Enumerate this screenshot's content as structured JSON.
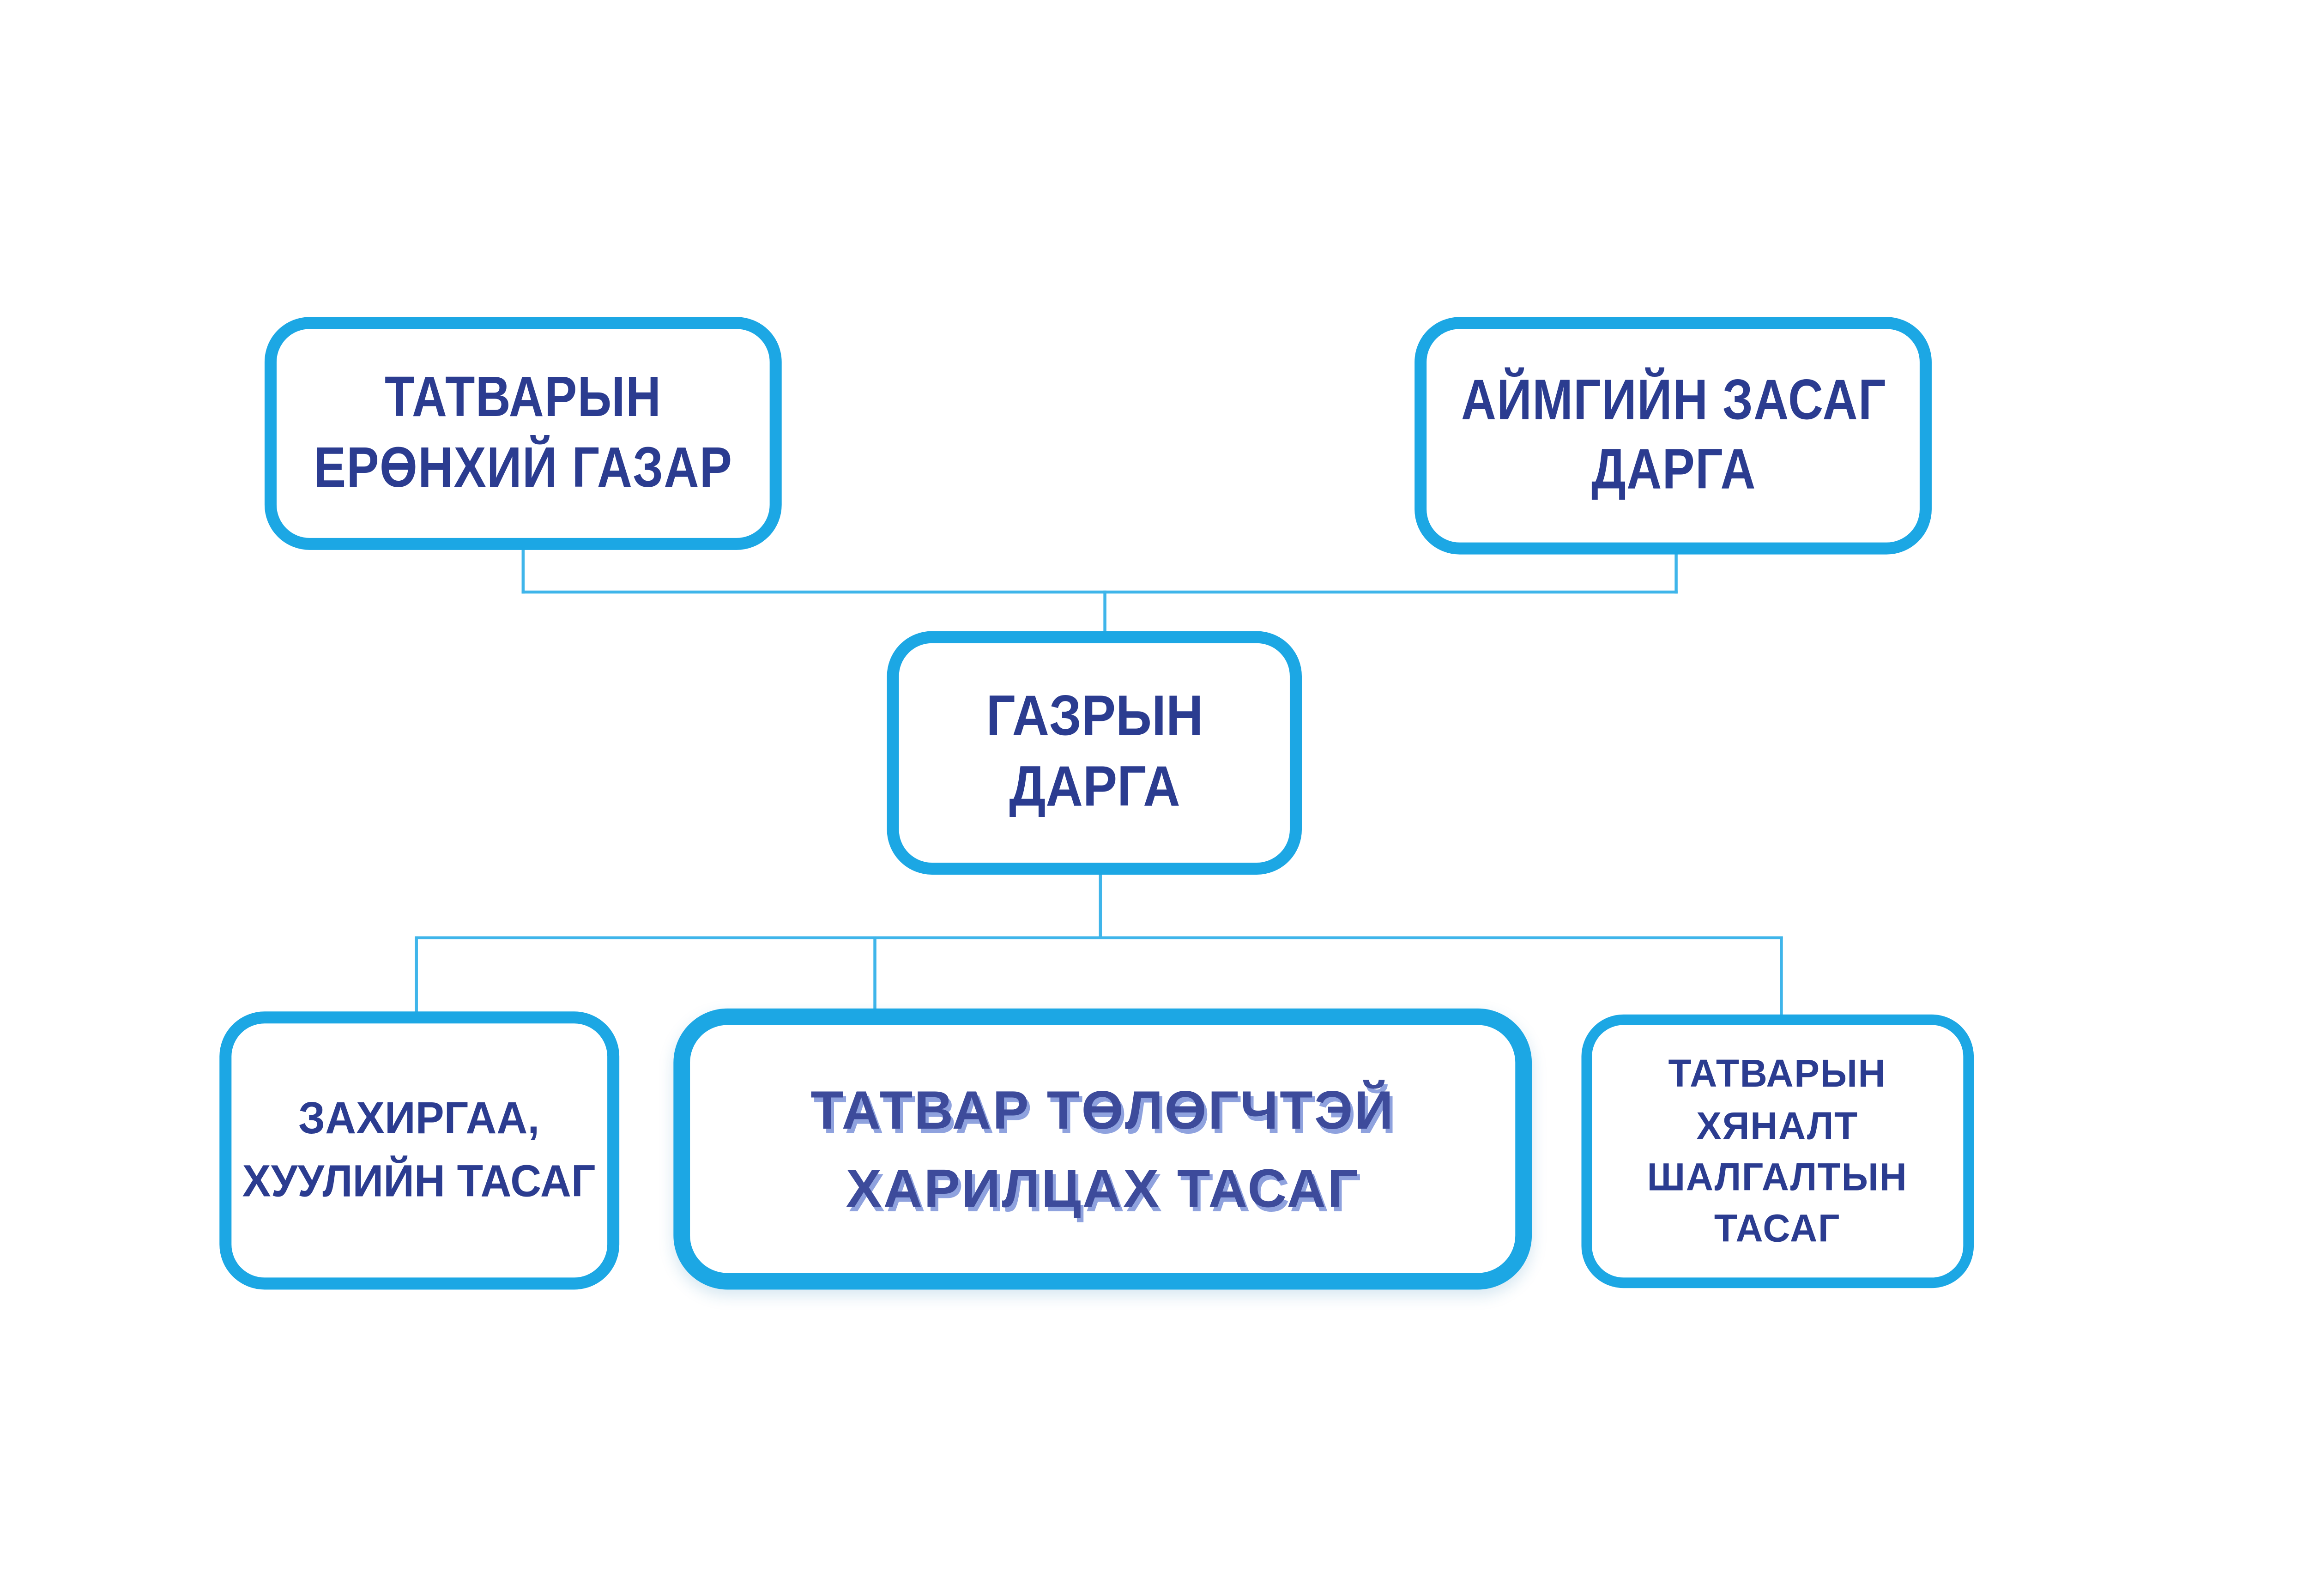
{
  "colors": {
    "accent": "#1CA7E4",
    "connector": "#3FB5EA",
    "text": "#2B3C90",
    "highlight_text": "#3D4B9B",
    "highlight_shadow": "#8FA2DE"
  },
  "nodes": {
    "tax_general_department": {
      "line1": "ТАТВАРЫН",
      "line2": "ЕРӨНХИЙ ГАЗАР"
    },
    "province_governor": {
      "line1": "АЙМГИЙН ЗАСАГ",
      "line2": "ДАРГА"
    },
    "department_head": {
      "line1": "ГАЗРЫН",
      "line2": "ДАРГА"
    },
    "administration_legal_division": {
      "line1": "ЗАХИРГАА,",
      "line2": "ХУУЛИЙН ТАСАГ"
    },
    "taxpayer_relations_division": {
      "line1": "ТАТВАР ТӨЛӨГЧТЭЙ",
      "line2": "ХАРИЛЦАХ ТАСАГ"
    },
    "tax_audit_division": {
      "line1": "ТАТВАРЫН",
      "line2": "ХЯНАЛТ",
      "line3": "ШАЛГАЛТЫН",
      "line4": "ТАСАГ"
    }
  }
}
